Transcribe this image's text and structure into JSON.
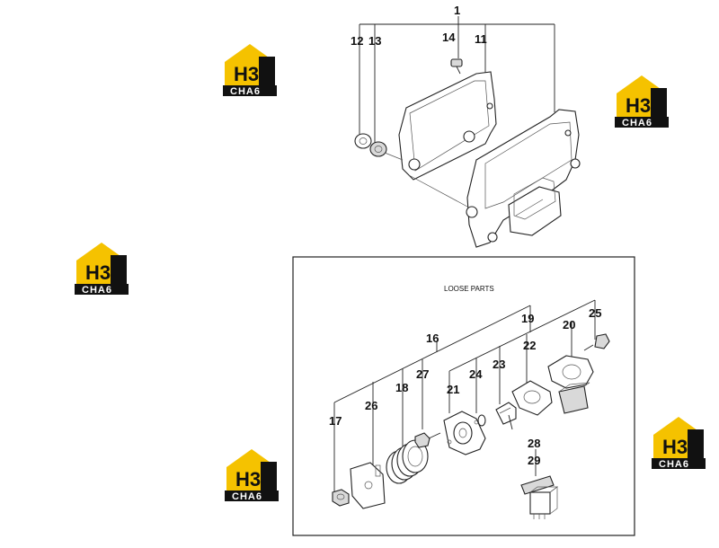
{
  "diagram": {
    "caption": "LOOSE PARTS",
    "callouts": [
      "1",
      "12",
      "13",
      "14",
      "11",
      "19",
      "25",
      "20",
      "16",
      "22",
      "23",
      "24",
      "27",
      "18",
      "21",
      "26",
      "17",
      "28",
      "29"
    ]
  },
  "watermark": {
    "line1": "H3",
    "line2": "CHA6",
    "accent_color": "#f5c200"
  }
}
